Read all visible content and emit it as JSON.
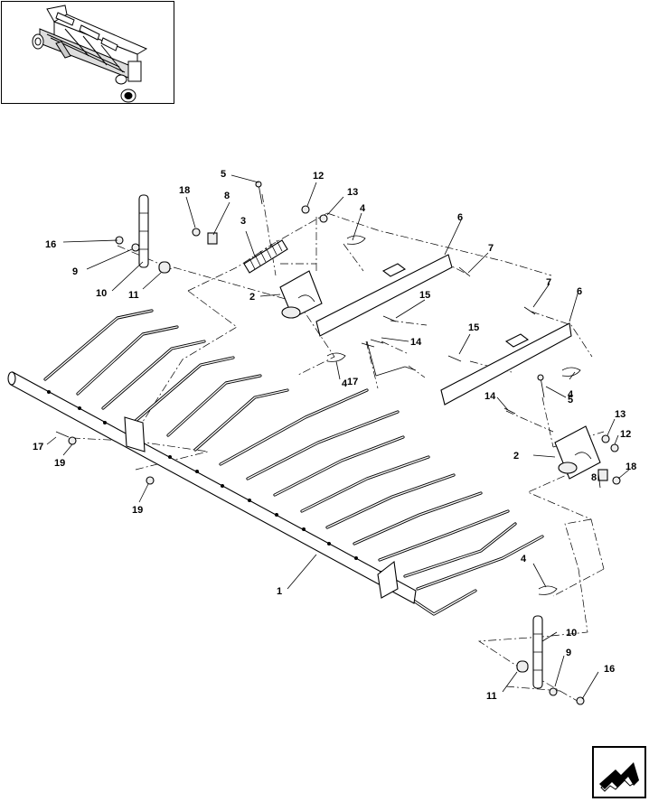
{
  "thumbnail": {
    "icon": "machine-overview-icon"
  },
  "navigation": {
    "next_icon": "arrow-next-icon"
  },
  "callouts": [
    {
      "id": "c1",
      "label": "1"
    },
    {
      "id": "c2a",
      "label": "2"
    },
    {
      "id": "c2b",
      "label": "2"
    },
    {
      "id": "c3",
      "label": "3"
    },
    {
      "id": "c4a",
      "label": "4"
    },
    {
      "id": "c4b",
      "label": "4"
    },
    {
      "id": "c4c",
      "label": "4"
    },
    {
      "id": "c4d",
      "label": "4"
    },
    {
      "id": "c5a",
      "label": "5"
    },
    {
      "id": "c5b",
      "label": "5"
    },
    {
      "id": "c6a",
      "label": "6"
    },
    {
      "id": "c6b",
      "label": "6"
    },
    {
      "id": "c7a",
      "label": "7"
    },
    {
      "id": "c7b",
      "label": "7"
    },
    {
      "id": "c8a",
      "label": "8"
    },
    {
      "id": "c8b",
      "label": "8"
    },
    {
      "id": "c9a",
      "label": "9"
    },
    {
      "id": "c9b",
      "label": "9"
    },
    {
      "id": "c10a",
      "label": "10"
    },
    {
      "id": "c10b",
      "label": "10"
    },
    {
      "id": "c11a",
      "label": "11"
    },
    {
      "id": "c11b",
      "label": "11"
    },
    {
      "id": "c12a",
      "label": "12"
    },
    {
      "id": "c12b",
      "label": "12"
    },
    {
      "id": "c13a",
      "label": "13"
    },
    {
      "id": "c13b",
      "label": "13"
    },
    {
      "id": "c14a",
      "label": "14"
    },
    {
      "id": "c14b",
      "label": "14"
    },
    {
      "id": "c15a",
      "label": "15"
    },
    {
      "id": "c15b",
      "label": "15"
    },
    {
      "id": "c16a",
      "label": "16"
    },
    {
      "id": "c16b",
      "label": "16"
    },
    {
      "id": "c17a",
      "label": "17"
    },
    {
      "id": "c17b",
      "label": "17"
    },
    {
      "id": "c18a",
      "label": "18"
    },
    {
      "id": "c18b",
      "label": "18"
    },
    {
      "id": "c19a",
      "label": "19"
    },
    {
      "id": "c19b",
      "label": "19"
    }
  ]
}
